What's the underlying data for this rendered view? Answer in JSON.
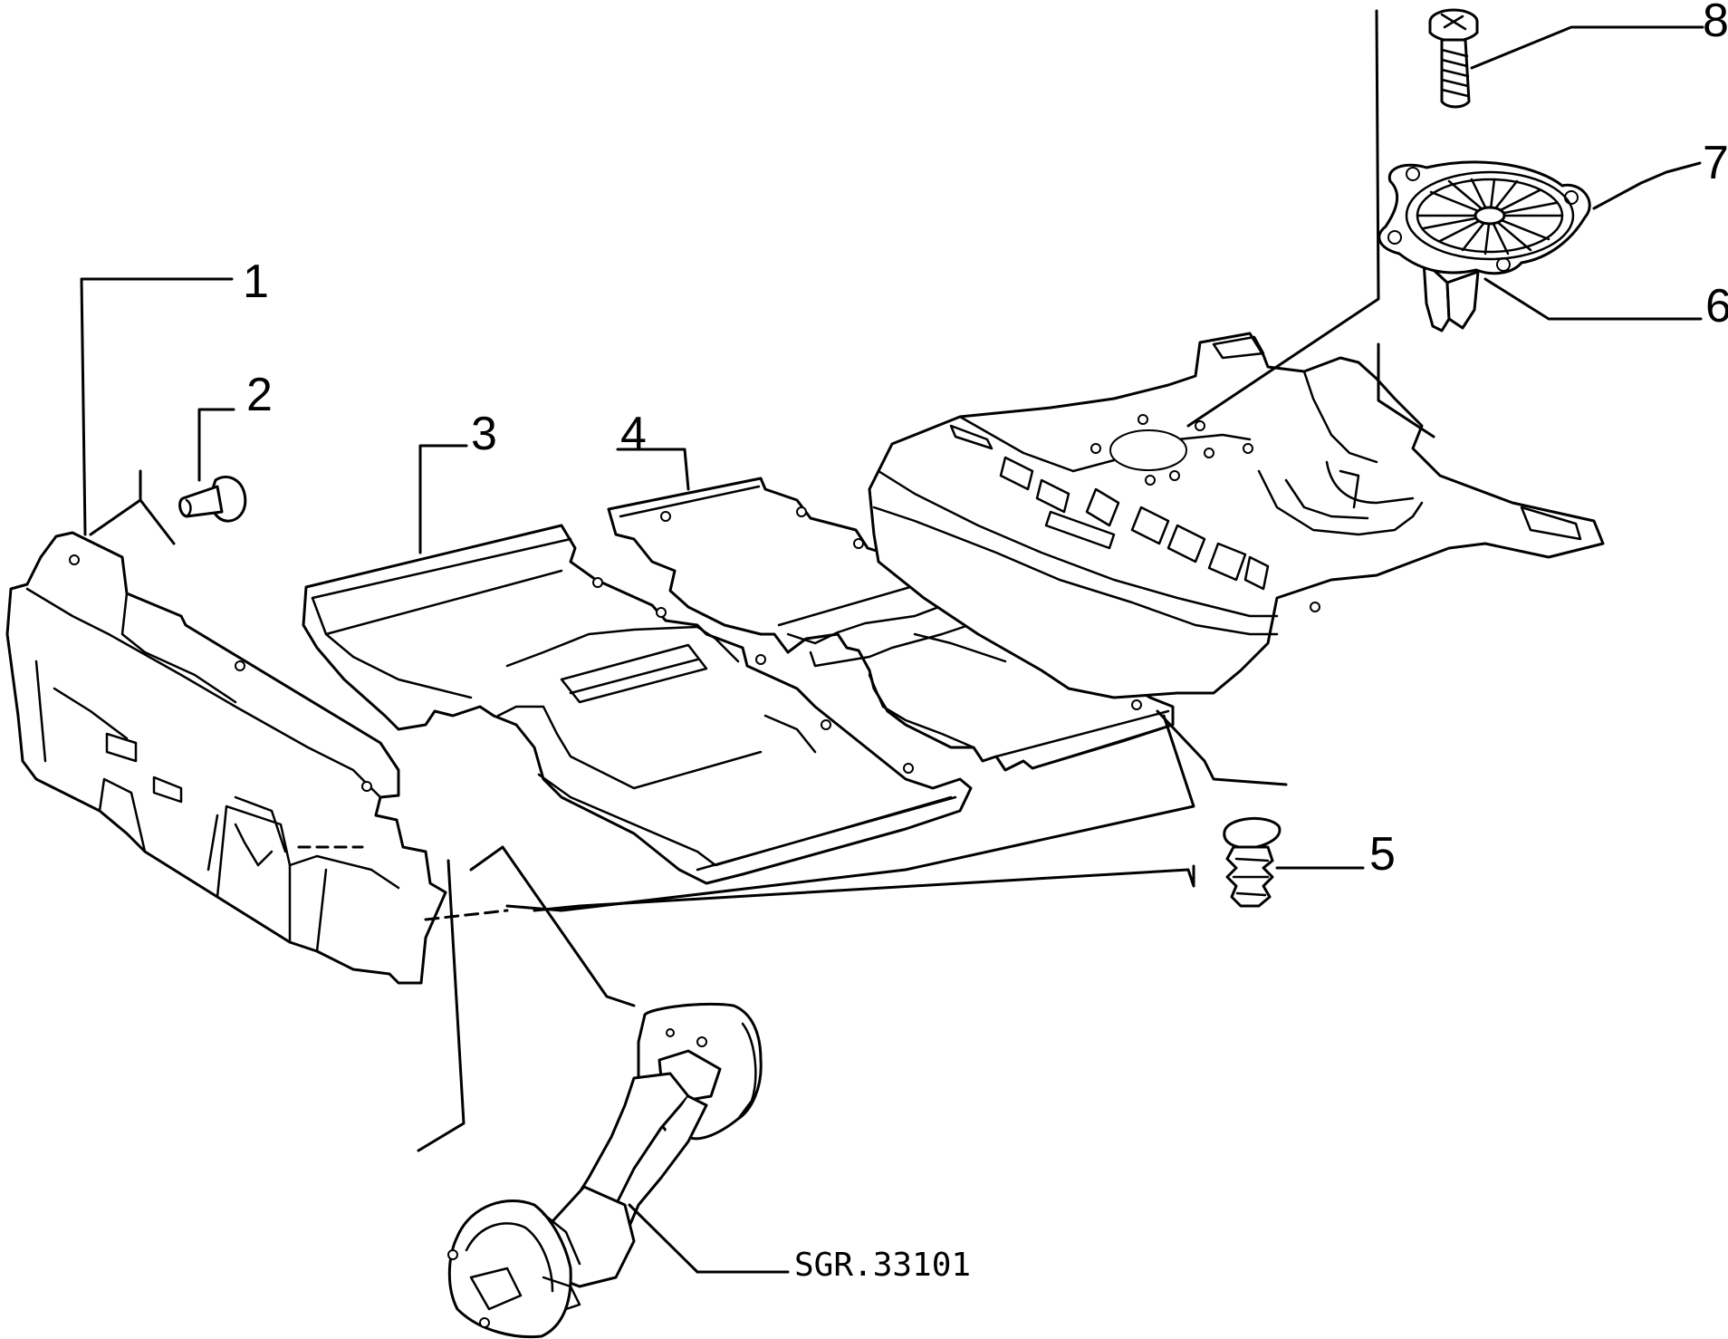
{
  "diagram": {
    "callouts": [
      {
        "id": "1",
        "label": "1"
      },
      {
        "id": "2",
        "label": "2"
      },
      {
        "id": "3",
        "label": "3"
      },
      {
        "id": "4",
        "label": "4"
      },
      {
        "id": "5",
        "label": "5"
      },
      {
        "id": "6",
        "label": "6"
      },
      {
        "id": "7",
        "label": "7"
      },
      {
        "id": "8",
        "label": "8"
      }
    ],
    "reference": "SGR.33101"
  }
}
